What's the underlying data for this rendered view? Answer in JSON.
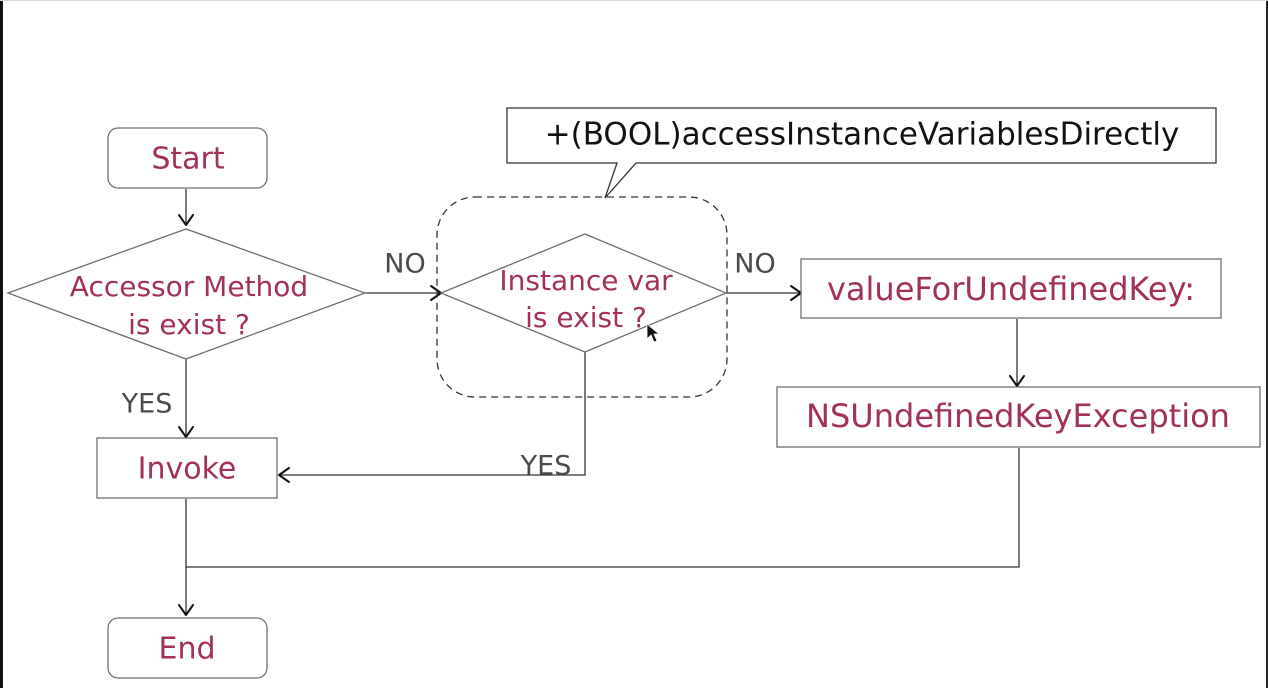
{
  "diagram": {
    "nodes": {
      "start": "Start",
      "accessor_method": [
        "Accessor Method",
        "is exist ?"
      ],
      "instance_var": [
        "Instance var",
        "is exist ?"
      ],
      "value_for_undefined_key": "valueForUndefinedKey:",
      "ns_undefined_key_exception": "NSUndefinedKeyException",
      "invoke": "Invoke",
      "end": "End"
    },
    "callout": "+(BOOL)accessInstanceVariablesDirectly",
    "edge_labels": {
      "accessor_no": "NO",
      "instance_no": "NO",
      "accessor_yes": "YES",
      "instance_yes": "YES"
    },
    "colors": {
      "node_text": "#a3305c",
      "edge_label": "#4a4a4a",
      "line": "#333333"
    }
  }
}
